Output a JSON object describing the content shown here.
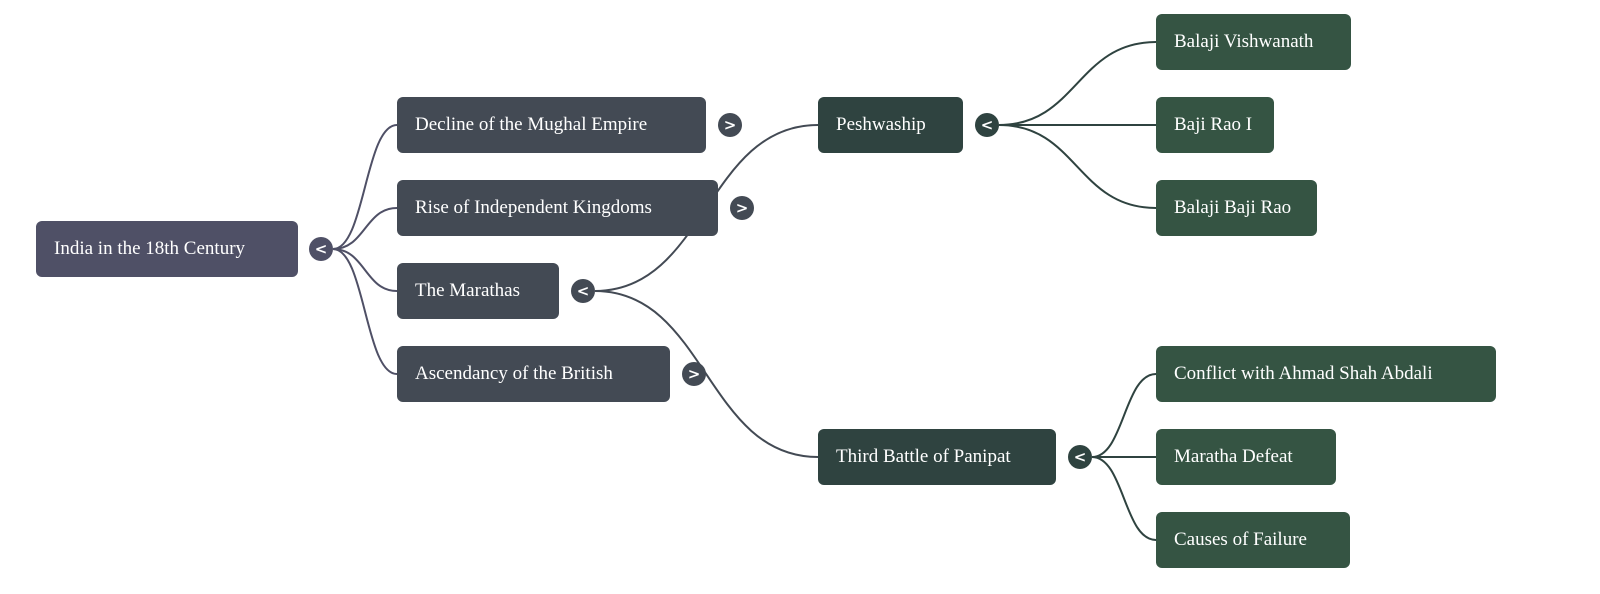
{
  "root": {
    "label": "India in the 18th Century",
    "toggle": "<"
  },
  "level1": [
    {
      "label": "Decline of the Mughal Empire",
      "toggle": ">"
    },
    {
      "label": "Rise of Independent Kingdoms",
      "toggle": ">"
    },
    {
      "label": "The Marathas",
      "toggle": "<"
    },
    {
      "label": "Ascendancy of the British",
      "toggle": ">"
    }
  ],
  "level2": [
    {
      "label": "Peshwaship",
      "toggle": "<"
    },
    {
      "label": "Third Battle of Panipat",
      "toggle": "<"
    }
  ],
  "peshwaship_children": [
    "Balaji Vishwanath",
    "Baji Rao I",
    "Balaji Baji Rao"
  ],
  "panipat_children": [
    "Conflict with Ahmad Shah Abdali",
    "Maratha Defeat",
    "Causes of Failure"
  ],
  "colors": {
    "root": "#4f5066",
    "level1": "#434a54",
    "level2": "#2f4340",
    "level3": "#355443"
  }
}
